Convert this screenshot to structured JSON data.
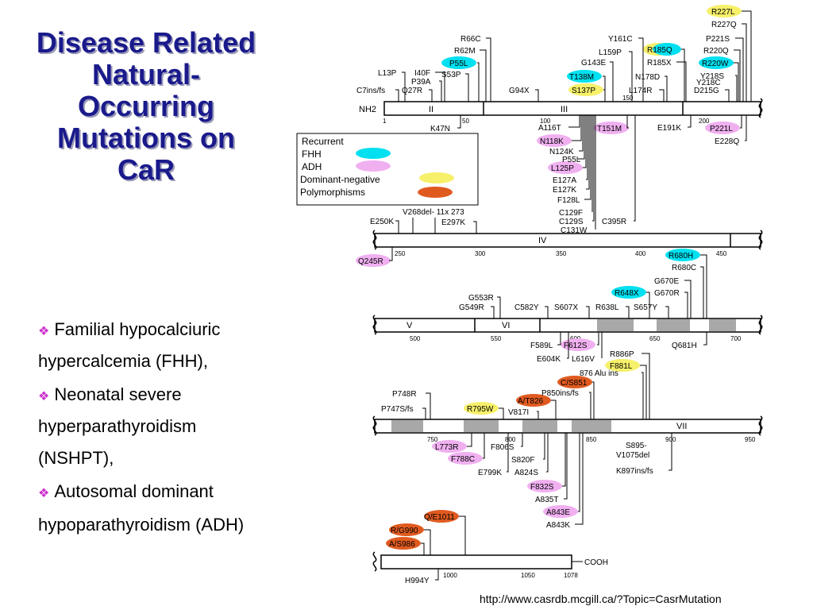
{
  "title": [
    "Disease Related",
    "Natural-",
    "Occurring",
    "Mutations on",
    "CaR"
  ],
  "bullets": [
    [
      "Familial hypocalciuric",
      "hypercalcemia (FHH),"
    ],
    [
      "Neonatal severe",
      "hyperparathyroidism",
      "(NSHPT),"
    ],
    [
      "Autosomal dominant",
      "hypoparathyroidism (ADH)"
    ]
  ],
  "source_url": "http://www.casrdb.mcgill.ca/?Topic=CasrMutation",
  "legend": {
    "title": "Recurrent",
    "items": [
      {
        "label": "FHH",
        "color": "#00e0f0"
      },
      {
        "label": "ADH",
        "color": "#f0b0f0"
      },
      {
        "label": "Dominant-negative",
        "color": "#f6f06a"
      },
      {
        "label": "Polymorphisms",
        "color": "#e05a20"
      }
    ]
  },
  "colors": {
    "FHH": "#00e0f0",
    "ADH": "#f0b0f0",
    "Dominant-negative": "#f6f06a",
    "Polymorphisms": "#e05a20",
    "title": "#1a1a8c"
  },
  "rows": [
    {
      "start_label": "NH2",
      "segments": [
        "II",
        "III"
      ],
      "ticks": [
        "1",
        "50",
        "100",
        "150",
        "200"
      ],
      "mutations_top": [
        "C7ins/fs",
        "L13P",
        "Q27R",
        "P39A",
        "I40F",
        "S53P",
        "P55L",
        "R62M",
        "R66C",
        "G94X",
        "T138M",
        "S137P",
        "G143E",
        "L159P",
        "Y161C",
        "R185Q",
        "R185X",
        "N178D",
        "L174R",
        "D215G",
        "Y218C",
        "Y218S",
        "R220W",
        "R220Q",
        "P221S",
        "R227Q",
        "R227L"
      ],
      "mutations_bottom": [
        "K47N",
        "A116T",
        "N118K",
        "N124K",
        "P55L",
        "L125P",
        "T151M",
        "E127A",
        "E127K",
        "F128L",
        "C129F",
        "C129S",
        "C131W",
        "C395R",
        "E191K",
        "P221L",
        "E228Q"
      ]
    },
    {
      "segments": [
        "IV"
      ],
      "ticks": [
        "250",
        "300",
        "350",
        "400",
        "450"
      ],
      "mutations_top": [
        "E250K",
        "V268del- 11x 273",
        "E297K"
      ],
      "mutations_bottom": [
        "Q245R"
      ]
    },
    {
      "segments": [
        "V",
        "VI"
      ],
      "ticks": [
        "500",
        "550",
        "600",
        "650",
        "700"
      ],
      "mutations_top": [
        "G549R",
        "G553R",
        "C582Y",
        "S607X",
        "R638L",
        "S657Y",
        "R648X",
        "G670R",
        "G670E",
        "R680C",
        "R680H"
      ],
      "mutations_bottom": [
        "F589L",
        "F612S",
        "E604K",
        "L616V",
        "Q681H"
      ]
    },
    {
      "segments": [
        "VII"
      ],
      "ticks": [
        "750",
        "800",
        "850",
        "900",
        "950"
      ],
      "mutations_top": [
        "P747S/fs",
        "P748R",
        "R795W",
        "V817I",
        "A/T826",
        "P850ins/fs",
        "C/S851",
        "876 Alu ins",
        "F881L",
        "R886P"
      ],
      "mutations_bottom": [
        "L773R",
        "F806S",
        "F788C",
        "S820F",
        "E799K",
        "A824S",
        "F832S",
        "A835T",
        "A843E",
        "A843K",
        "S895-",
        "V1075del",
        "K897ins/fs"
      ]
    },
    {
      "end_label": "COOH",
      "ticks": [
        "1000",
        "1050",
        "1078"
      ],
      "mutations_top": [
        "A/S986",
        "R/G990",
        "Q/E1011"
      ],
      "mutations_bottom": [
        "H994Y"
      ]
    }
  ]
}
